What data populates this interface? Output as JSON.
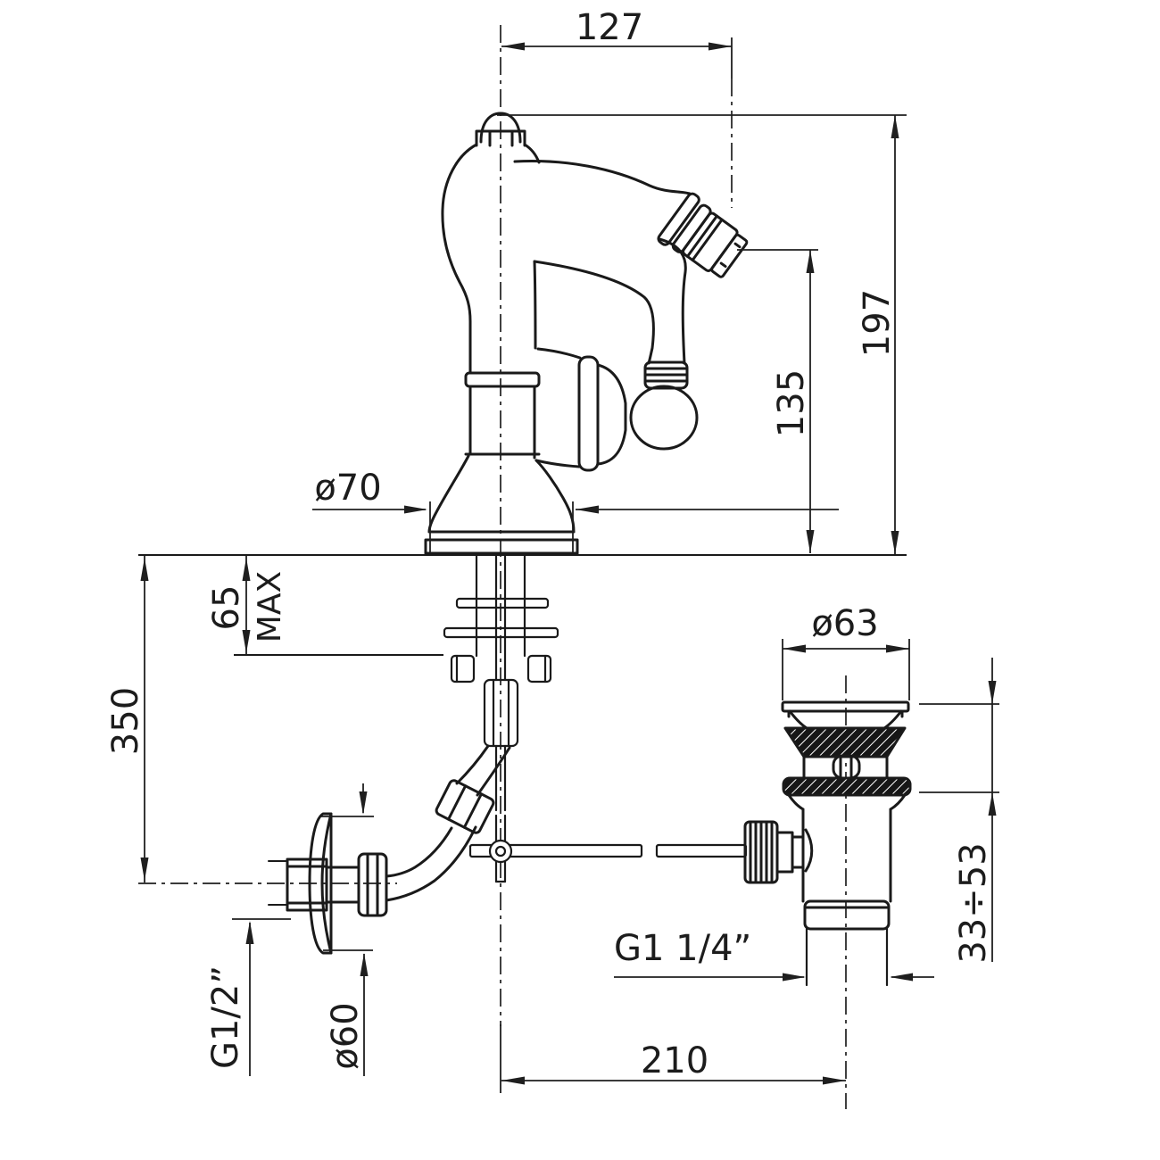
{
  "meta": {
    "drawing_type": "technical dimension drawing",
    "subject": "single-hole bidet mixer faucet with flexible supply, wall union and pop-up waste drain",
    "units": "mm",
    "background_color": "#ffffff",
    "line_color": "#1a1a1a"
  },
  "dimensions": {
    "spout_reach": "127",
    "overall_height": "197",
    "spout_outlet_height": "135",
    "body_base_diameter": "ø70",
    "deck_thickness": "65",
    "deck_thickness_qualifier": "MAX",
    "below_deck_supply_length": "350",
    "waste_flange_diameter": "ø63",
    "waste_height_adjustment": "33÷53",
    "waste_thread": "G1 1/4”",
    "centre_distance": "210",
    "supply_thread": "G1/2”",
    "wall_flange_diameter": "ø60"
  }
}
